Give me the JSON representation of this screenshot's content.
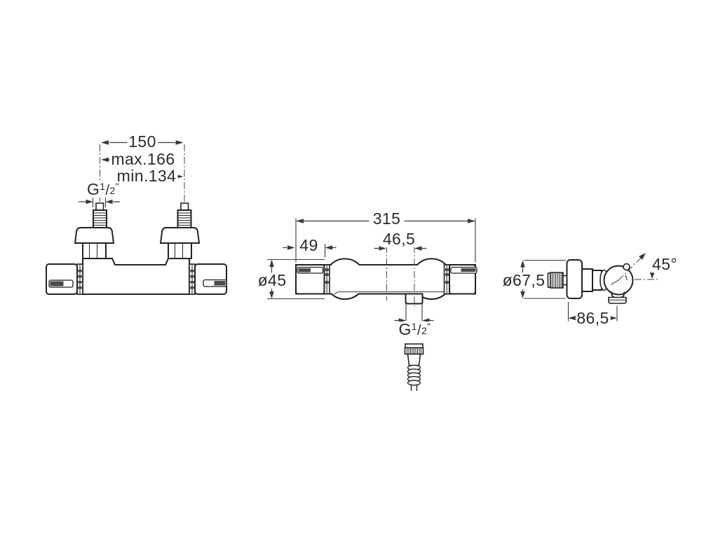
{
  "page": {
    "background": "#ffffff",
    "line_color": "#222222",
    "dim_color": "#3a3a3a",
    "slot_fill": "#4a4a4a"
  },
  "views": {
    "top": {
      "title": "top-view",
      "dims": {
        "pitch": "150",
        "max": "max.166",
        "min": "min.134",
        "thread": {
          "g": "G",
          "num": "1",
          "slash": "/",
          "den": "2",
          "inch": "\""
        }
      }
    },
    "front": {
      "title": "front-view",
      "dims": {
        "overall_width": "315",
        "handle_width": "49",
        "outlet_offset": "46,5",
        "body_diameter": "ø45",
        "thread": {
          "g": "G",
          "num": "1",
          "slash": "/",
          "den": "2",
          "inch": "\""
        }
      }
    },
    "side": {
      "title": "side-view",
      "dims": {
        "flange_diameter": "ø67,5",
        "angle": "45°",
        "depth": "86,5"
      }
    }
  }
}
